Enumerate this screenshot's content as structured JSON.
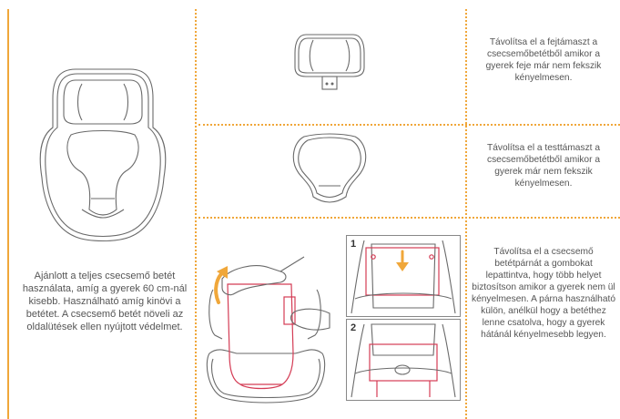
{
  "sections": {
    "left": {
      "text": "Ajánlott a teljes csecsemő betét használata, amíg a gyerek 60 cm-nál kisebb. Használható amíg kinövi a betétet. A csecsemő betét növeli az oldalütések ellen nyújtott védelmet."
    },
    "headrest": {
      "text": "Távolítsa el a fejtámaszt a csecsemőbetétből amikor a gyerek feje már nem fekszik kényelmesen."
    },
    "body_support": {
      "text": "Távolítsa el a testtámaszt a csecsemőbetétből amikor a gyerek már nem fekszik kényelmesen."
    },
    "pillow": {
      "text": "Távolítsa el a csecsemő betétpárnát a gombokat lepattintva, hogy több helyet biztosítson amikor a gyerek nem ül kényelmesen. A párna használható külön, anélkül hogy a betéthez lenne csatolva, hogy a gyerek hátánál kényelmesebb legyen.",
      "step1": "1",
      "step2": "2"
    }
  },
  "colors": {
    "accent": "#f0a73a",
    "highlight": "#d43c55",
    "line": "#6a6a6a"
  }
}
